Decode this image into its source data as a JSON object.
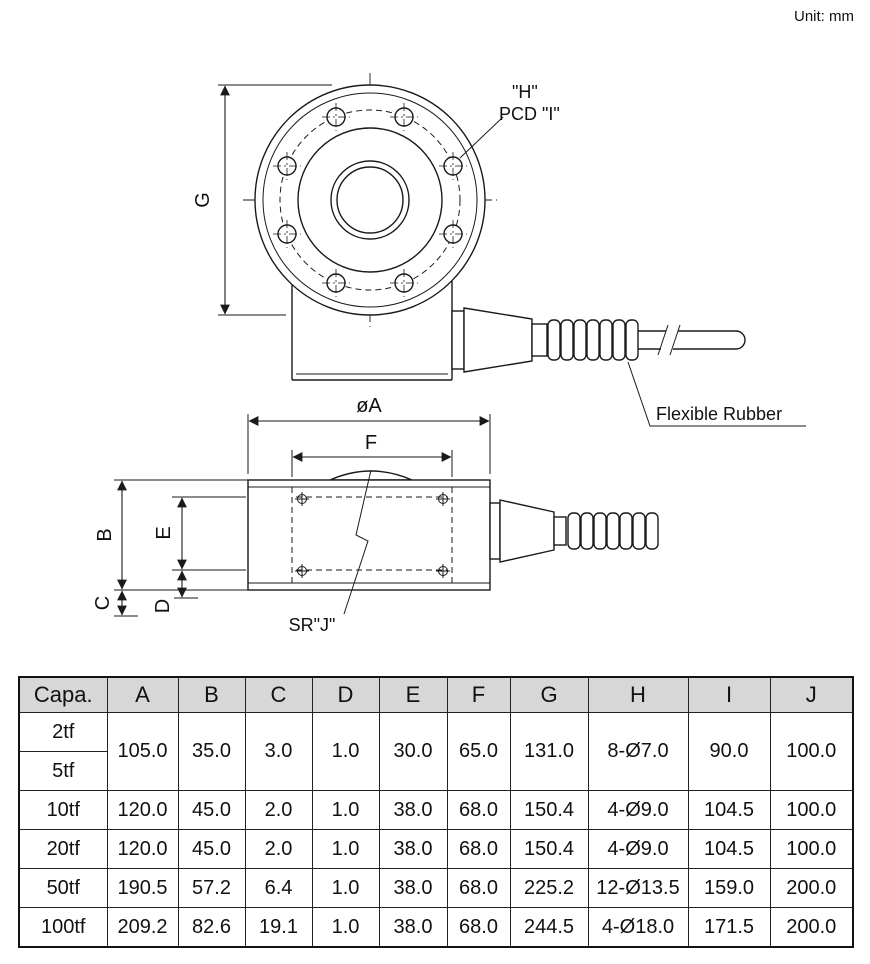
{
  "unit_label": "Unit: mm",
  "drawing": {
    "top_view": {
      "label_h": "\"H\"",
      "label_pcd": "PCD \"I\"",
      "label_g": "G",
      "label_flexible_rubber": "Flexible Rubber"
    },
    "side_view": {
      "label_dia_a": "øA",
      "label_f": "F",
      "label_b": "B",
      "label_e": "E",
      "label_c": "C",
      "label_d": "D",
      "label_sr_j": "SR\"J\""
    }
  },
  "table": {
    "headers": [
      "Capa.",
      "A",
      "B",
      "C",
      "D",
      "E",
      "F",
      "G",
      "H",
      "I",
      "J"
    ],
    "rows": [
      {
        "capa": "2tf",
        "values": [
          "105.0",
          "35.0",
          "3.0",
          "1.0",
          "30.0",
          "65.0",
          "131.0",
          "8-Ø7.0",
          "90.0",
          "100.0"
        ]
      },
      {
        "capa": "5tf"
      },
      {
        "capa": "10tf",
        "values": [
          "120.0",
          "45.0",
          "2.0",
          "1.0",
          "38.0",
          "68.0",
          "150.4",
          "4-Ø9.0",
          "104.5",
          "100.0"
        ]
      },
      {
        "capa": "20tf",
        "values": [
          "120.0",
          "45.0",
          "2.0",
          "1.0",
          "38.0",
          "68.0",
          "150.4",
          "4-Ø9.0",
          "104.5",
          "100.0"
        ]
      },
      {
        "capa": "50tf",
        "values": [
          "190.5",
          "57.2",
          "6.4",
          "1.0",
          "38.0",
          "68.0",
          "225.2",
          "12-Ø13.5",
          "159.0",
          "200.0"
        ]
      },
      {
        "capa": "100tf",
        "values": [
          "209.2",
          "82.6",
          "19.1",
          "1.0",
          "38.0",
          "68.0",
          "244.5",
          "4-Ø18.0",
          "171.5",
          "200.0"
        ]
      }
    ]
  }
}
